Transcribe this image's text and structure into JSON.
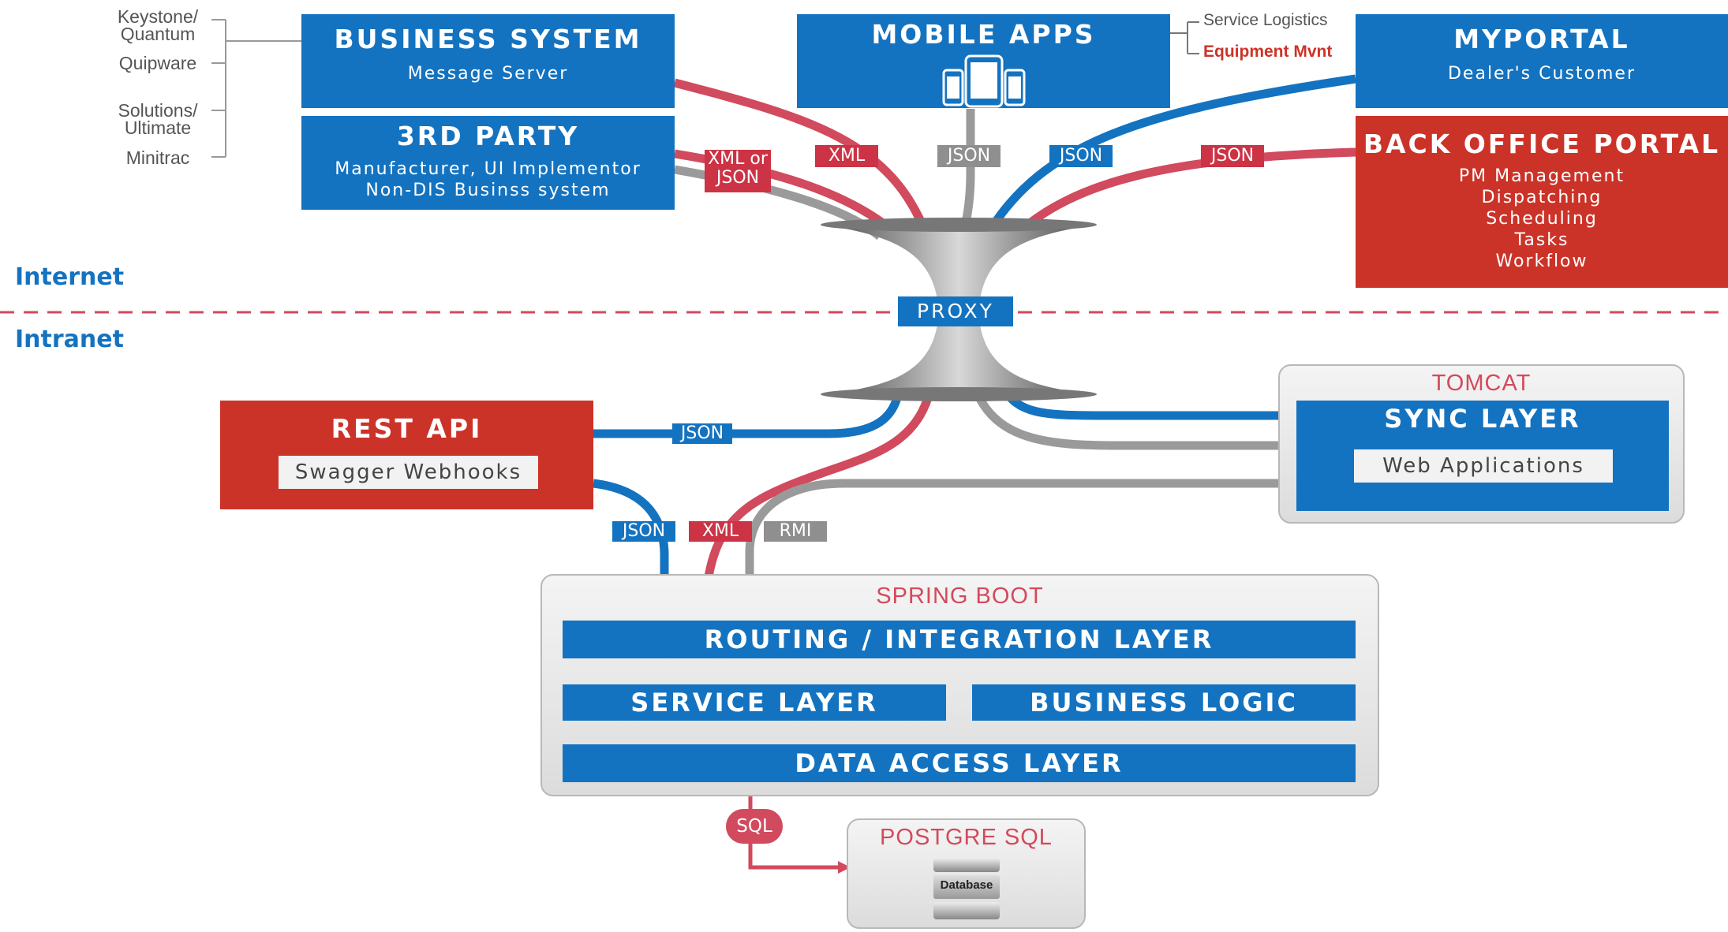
{
  "zones": {
    "internet": "Internet",
    "intranet": "Intranet"
  },
  "business_system": {
    "title": "BUSINESS SYSTEM",
    "subtitle": "Message Server"
  },
  "third_party": {
    "title": "3RD PARTY",
    "line1": "Manufacturer, UI Implementor",
    "line2": "Non-DIS Businss system"
  },
  "business_sources": [
    "Keystone/\nQuantum",
    "Quipware",
    "Solutions/\nUltimate",
    "Minitrac"
  ],
  "mobile_apps": {
    "title": "MOBILE APPS",
    "links": [
      "Service Logistics",
      "Equipment Mvnt"
    ]
  },
  "myportal": {
    "title": "MYPORTAL",
    "subtitle": "Dealer's Customer"
  },
  "back_office": {
    "title": "BACK OFFICE PORTAL",
    "items": [
      "PM Management",
      "Dispatching",
      "Scheduling",
      "Tasks",
      "Workflow"
    ]
  },
  "proxy": {
    "label": "PROXY"
  },
  "connectors": {
    "xml_or_json": "XML or\nJSON",
    "xml_top": "XML",
    "json_mobile": "JSON",
    "json_myportal": "JSON",
    "json_backoffice": "JSON",
    "json_rest": "JSON",
    "json_lower": "JSON",
    "xml_lower": "XML",
    "rmi_lower": "RMI",
    "sql": "SQL"
  },
  "rest_api": {
    "title": "REST API",
    "button": "Swagger Webhooks"
  },
  "tomcat": {
    "title": "TOMCAT",
    "sync_title": "SYNC LAYER",
    "button": "Web Applications"
  },
  "spring_boot": {
    "title": "SPRING BOOT",
    "routing": "ROUTING / INTEGRATION LAYER",
    "service": "SERVICE LAYER",
    "business_logic": "BUSINESS LOGIC",
    "data_access": "DATA ACCESS LAYER"
  },
  "postgre": {
    "title": "POSTGRE SQL",
    "db_label": "Database"
  },
  "colors": {
    "blue": "#1473c0",
    "red": "#cc3328",
    "pink": "#d14a5e",
    "gray": "#8f8f8f"
  }
}
